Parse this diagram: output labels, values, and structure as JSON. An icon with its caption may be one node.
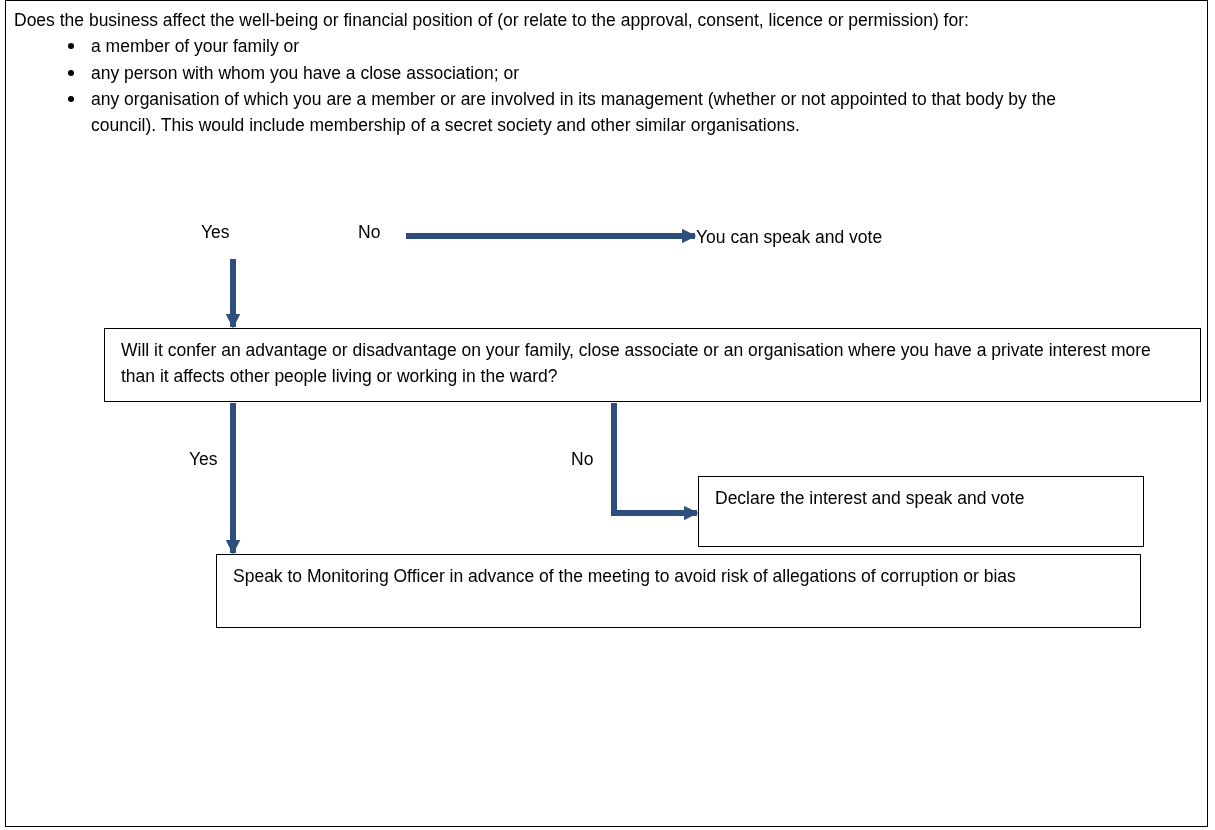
{
  "diagram": {
    "nodes": [
      {
        "text": [
          "Does the business affect the well-being or financial position of (or relate to the approval, consent, licence or permission) for:",
          "a member of your family or",
          "any person with whom you have a close association; or",
          "any organisation of which you are a member or are involved in its management (whether or not appointed to that body by the council).  This would include membership of a secret society and other similar organisations."
        ]
      },
      {
        "text": [
          "You can speak and vote"
        ],
        "in": 0
      },
      {
        "text": [
          "Will it confer an advantage or disadvantage on your family, close associate or an organisation where you have a private interest more than it affects other people living or working in the ward?"
        ],
        "in": 0
      },
      {
        "text": [
          "Declare the interest and speak and vote"
        ],
        "in": 0
      },
      {
        "text": [
          "Speak to Monitoring Officer in advance of the meeting to avoid risk of allegations of corruption or bias"
        ],
        "in": 0
      }
    ],
    "edges": [
      {
        "from": null,
        "to": 2,
        "arrow": "to",
        "label": "Yes"
      },
      {
        "from": null,
        "to": 1,
        "arrow": "to",
        "label": "No"
      },
      {
        "from": 2,
        "to": 4,
        "arrow": "to",
        "label": "Yes"
      },
      {
        "from": 2,
        "to": 3,
        "arrow": "to",
        "label": "No"
      }
    ]
  }
}
